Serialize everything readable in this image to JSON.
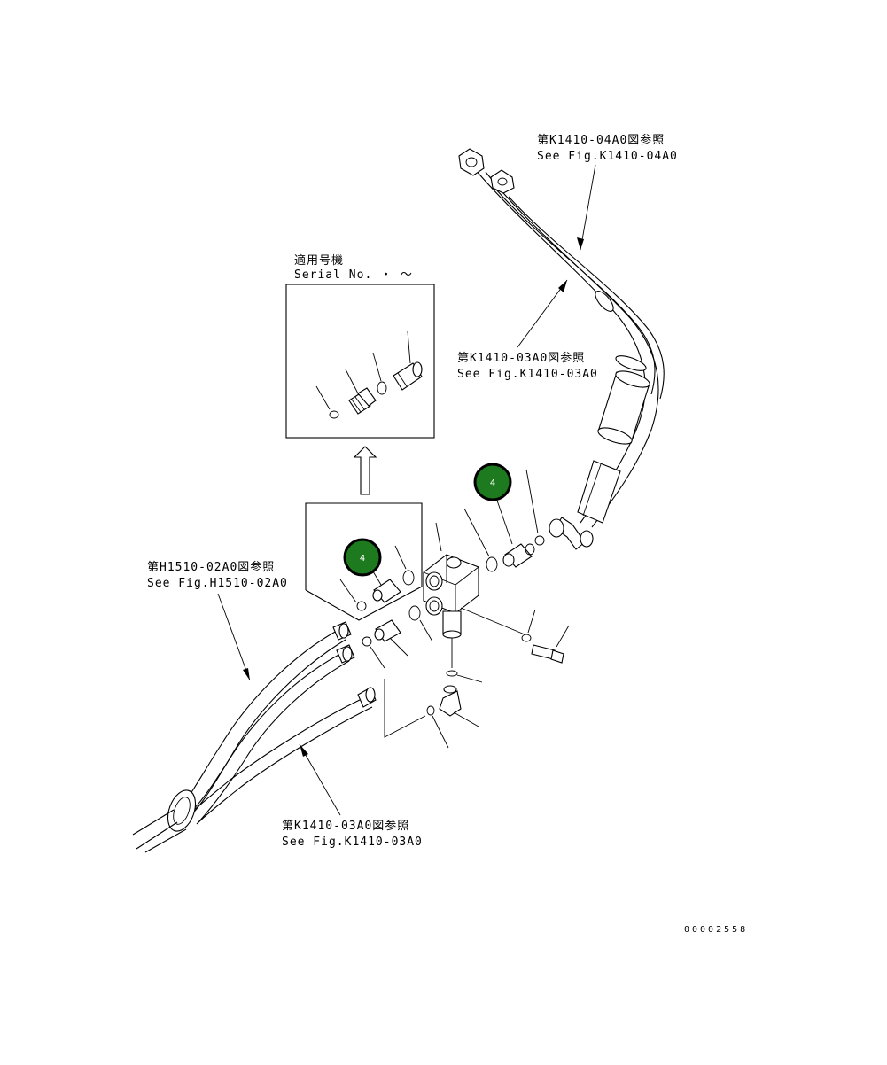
{
  "labels": {
    "top_right_ja": "第K1410-04A0図参照",
    "top_right_en": "See Fig.K1410-04A0",
    "mid_right_ja": "第K1410-03A0図参照",
    "mid_right_en": "See Fig.K1410-03A0",
    "left_ja": "第H1510-02A0図参照",
    "left_en": "See Fig.H1510-02A0",
    "bottom_ja": "第K1410-03A0図参照",
    "bottom_en": "See Fig.K1410-03A0",
    "serial_ja": "適用号機",
    "serial_en": "Serial No.   ・   ～"
  },
  "badges": [
    {
      "text": "4",
      "color": "#1e7a1e"
    },
    {
      "text": "4",
      "color": "#1e7a1e"
    }
  ],
  "drawing_code": "00002558"
}
